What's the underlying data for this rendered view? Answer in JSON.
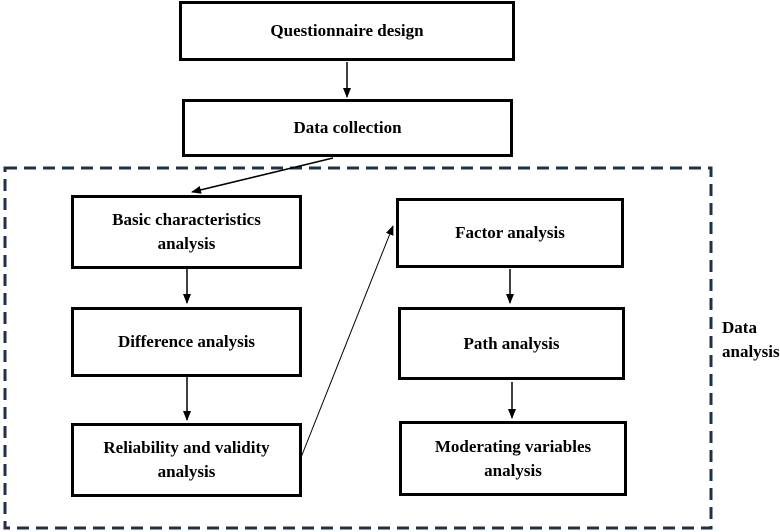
{
  "diagram": {
    "nodes": {
      "questionnaire_design": "Questionnaire design",
      "data_collection": "Data collection",
      "basic_characteristics": "Basic characteristics\nanalysis",
      "difference_analysis": "Difference analysis",
      "reliability_validity": "Reliability and validity\nanalysis",
      "factor_analysis": "Factor analysis",
      "path_analysis": "Path analysis",
      "moderating_variables": "Moderating variables\nanalysis"
    },
    "group_label": "Data\nanalysis",
    "colors": {
      "box_border": "#000000",
      "group_border": "#1f3147",
      "arrow": "#000000"
    }
  }
}
